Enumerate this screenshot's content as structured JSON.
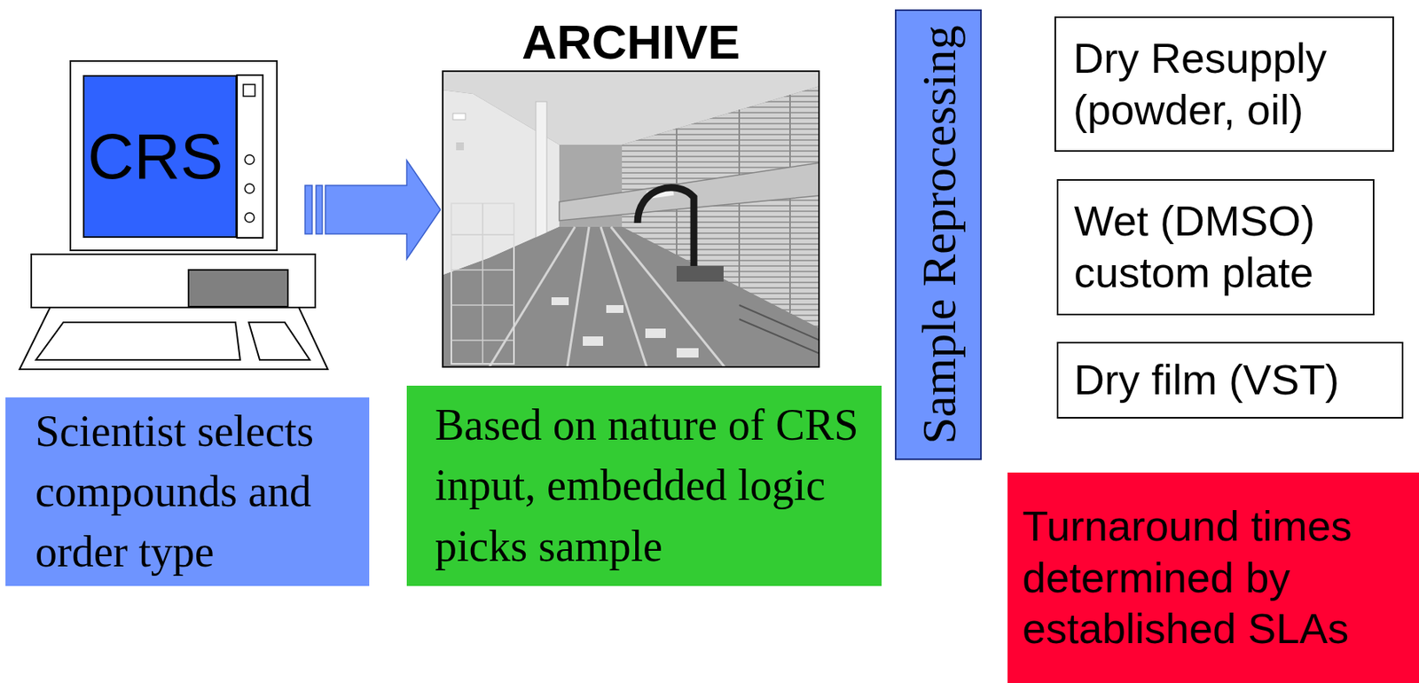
{
  "diagram": {
    "nodes": [
      {
        "text": [
          "CRS"
        ]
      },
      {
        "text": [
          "Scientist selects compounds and order type"
        ]
      },
      {
        "text": [
          "ARCHIVE"
        ]
      },
      {
        "text": [
          "Based on nature of CRS input, embedded logic picks sample"
        ]
      },
      {
        "text": [
          "Sample Reprocessing"
        ]
      },
      {
        "text": [
          "Dry Resupply (powder, oil)"
        ]
      },
      {
        "text": [
          "Wet (DMSO) custom plate"
        ]
      },
      {
        "text": [
          "Dry film (VST)"
        ]
      },
      {
        "text": [
          "Turnaround times determined by established SLAs"
        ]
      }
    ],
    "edges": [
      {
        "from": 0,
        "to": 2,
        "arrow": "to"
      },
      {
        "from": 2,
        "to": 5,
        "arrow": "to"
      },
      {
        "from": 2,
        "to": 6,
        "arrow": "to"
      },
      {
        "from": 2,
        "to": 7,
        "arrow": "to"
      }
    ]
  }
}
